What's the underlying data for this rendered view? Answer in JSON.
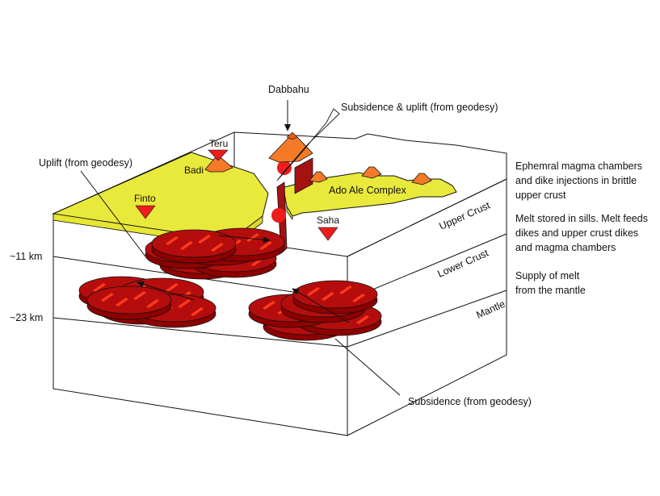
{
  "colors": {
    "yellow": "#e9e93c",
    "sill_dark": "#8e0000",
    "sill_mid": "#b50d0d",
    "streak": "#ff3a1a",
    "volcano": "#f47a28",
    "triangle": "#ee1c1c"
  },
  "labels": {
    "dabbahu": "Dabbahu",
    "subsidence_uplift": "Subsidence & uplift (from geodesy)",
    "teru": "Teru",
    "badi": "Badi",
    "finto": "Finto",
    "uplift": "Uplift (from geodesy)",
    "ado_ale": "Ado Ale Complex",
    "saha": "Saha",
    "subsidence": "Subsidence (from geodesy)"
  },
  "depths": {
    "d11": "~11 km",
    "d23": "~23 km"
  },
  "layers": {
    "upper": "Upper Crust",
    "lower": "Lower Crust",
    "mantle": "Mantle"
  },
  "notes": {
    "upper": [
      "Ephemral magma chambers",
      "and dike injections in brittle",
      "upper crust"
    ],
    "lower": [
      "Melt stored in sills.  Melt feeds",
      "dikes and upper crust dikes",
      "and magma chambers"
    ],
    "mantle": [
      "Supply of melt",
      "from the mantle"
    ]
  },
  "icons": {
    "volcano": "volcano-icon",
    "station": "inverted-triangle-icon",
    "arrow": "arrow-icon"
  }
}
